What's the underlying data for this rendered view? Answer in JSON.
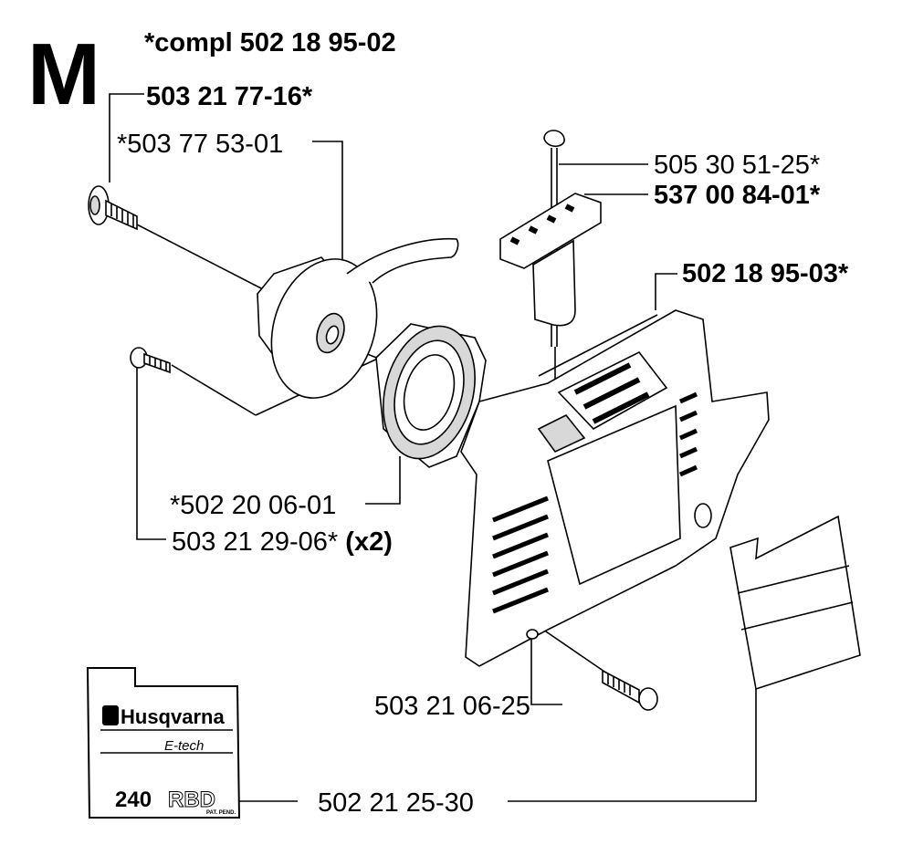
{
  "section": "M",
  "assembly_label": "*compl 502 18 95-02",
  "parts": {
    "screw_top": "503 21 77-16*",
    "pulley": "*503 77 53-01",
    "starter_cord": "505 30 51-25*",
    "handle": "537 00 84-01*",
    "starter_cover": "502 18 95-03*",
    "spring_cassette": "*502 20 06-01",
    "screw_pair": "503 21 29-06*",
    "screw_pair_qty": "(x2)",
    "screw_bottom": "503 21 06-25",
    "decal": "502 21 25-30"
  },
  "decal_text": {
    "brand": "Husqvarna",
    "subline": "E-tech",
    "model_number": "240",
    "model_suffix": "RBD",
    "patent": "PAT. PEND."
  },
  "colors": {
    "ink": "#000000",
    "background": "#ffffff",
    "fill": "#d8d8d8"
  }
}
